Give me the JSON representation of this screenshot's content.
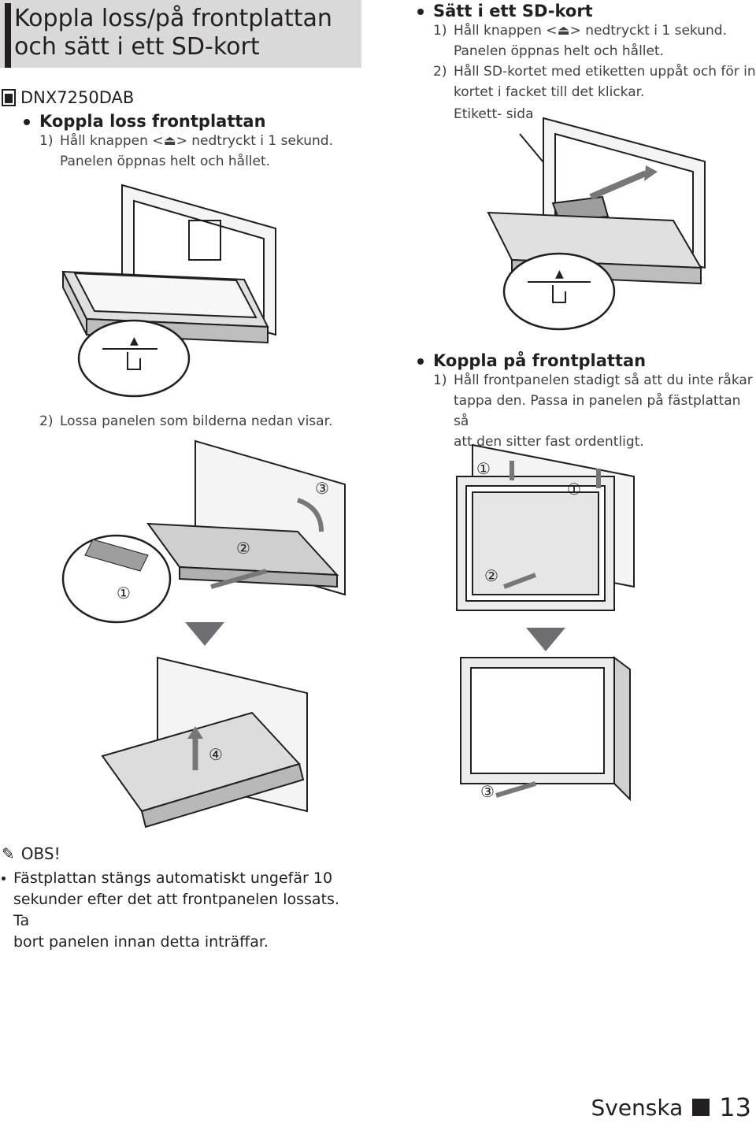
{
  "title": {
    "line1": "Koppla loss/på frontplattan",
    "line2": "och sätt i ett SD-kort"
  },
  "model": "DNX7250DAB",
  "left": {
    "heading": "Koppla loss frontplattan",
    "step1_num": "1)",
    "step1_a": "Håll knappen <",
    "step1_b": "> nedtryckt i 1 sekund.",
    "step1_line2": "Panelen öppnas helt och hållet.",
    "step2_num": "2)",
    "step2": "Lossa panelen som bilderna nedan visar."
  },
  "right": {
    "sd_heading": "Sätt i ett SD-kort",
    "sd_step1_num": "1)",
    "sd_step1_a": "Håll knappen <",
    "sd_step1_b": "> nedtryckt i 1 sekund.",
    "sd_step1_line2": "Panelen öppnas helt och hållet.",
    "sd_step2_num": "2)",
    "sd_step2_line1": "Håll SD-kortet med etiketten uppåt och för in",
    "sd_step2_line2": "kortet i facket till det klickar.",
    "label_side": "Etikett- sida",
    "attach_heading": "Koppla på frontplattan",
    "attach_step1_num": "1)",
    "attach_line1": "Håll frontpanelen stadigt så att du inte råkar",
    "attach_line2": "tappa den. Passa in panelen på fästplattan så",
    "attach_line3": "att den sitter fast ordentligt."
  },
  "callouts": {
    "c1": "①",
    "c2": "②",
    "c3": "③",
    "c4": "④"
  },
  "obs": {
    "label": "OBS!",
    "line1": "Fästplattan stängs automatiskt ungefär 10",
    "line2": "sekunder efter det att frontpanelen lossats. Ta",
    "line3": "bort panelen innan detta inträffar."
  },
  "footer": {
    "language": "Svenska",
    "page": "13"
  }
}
